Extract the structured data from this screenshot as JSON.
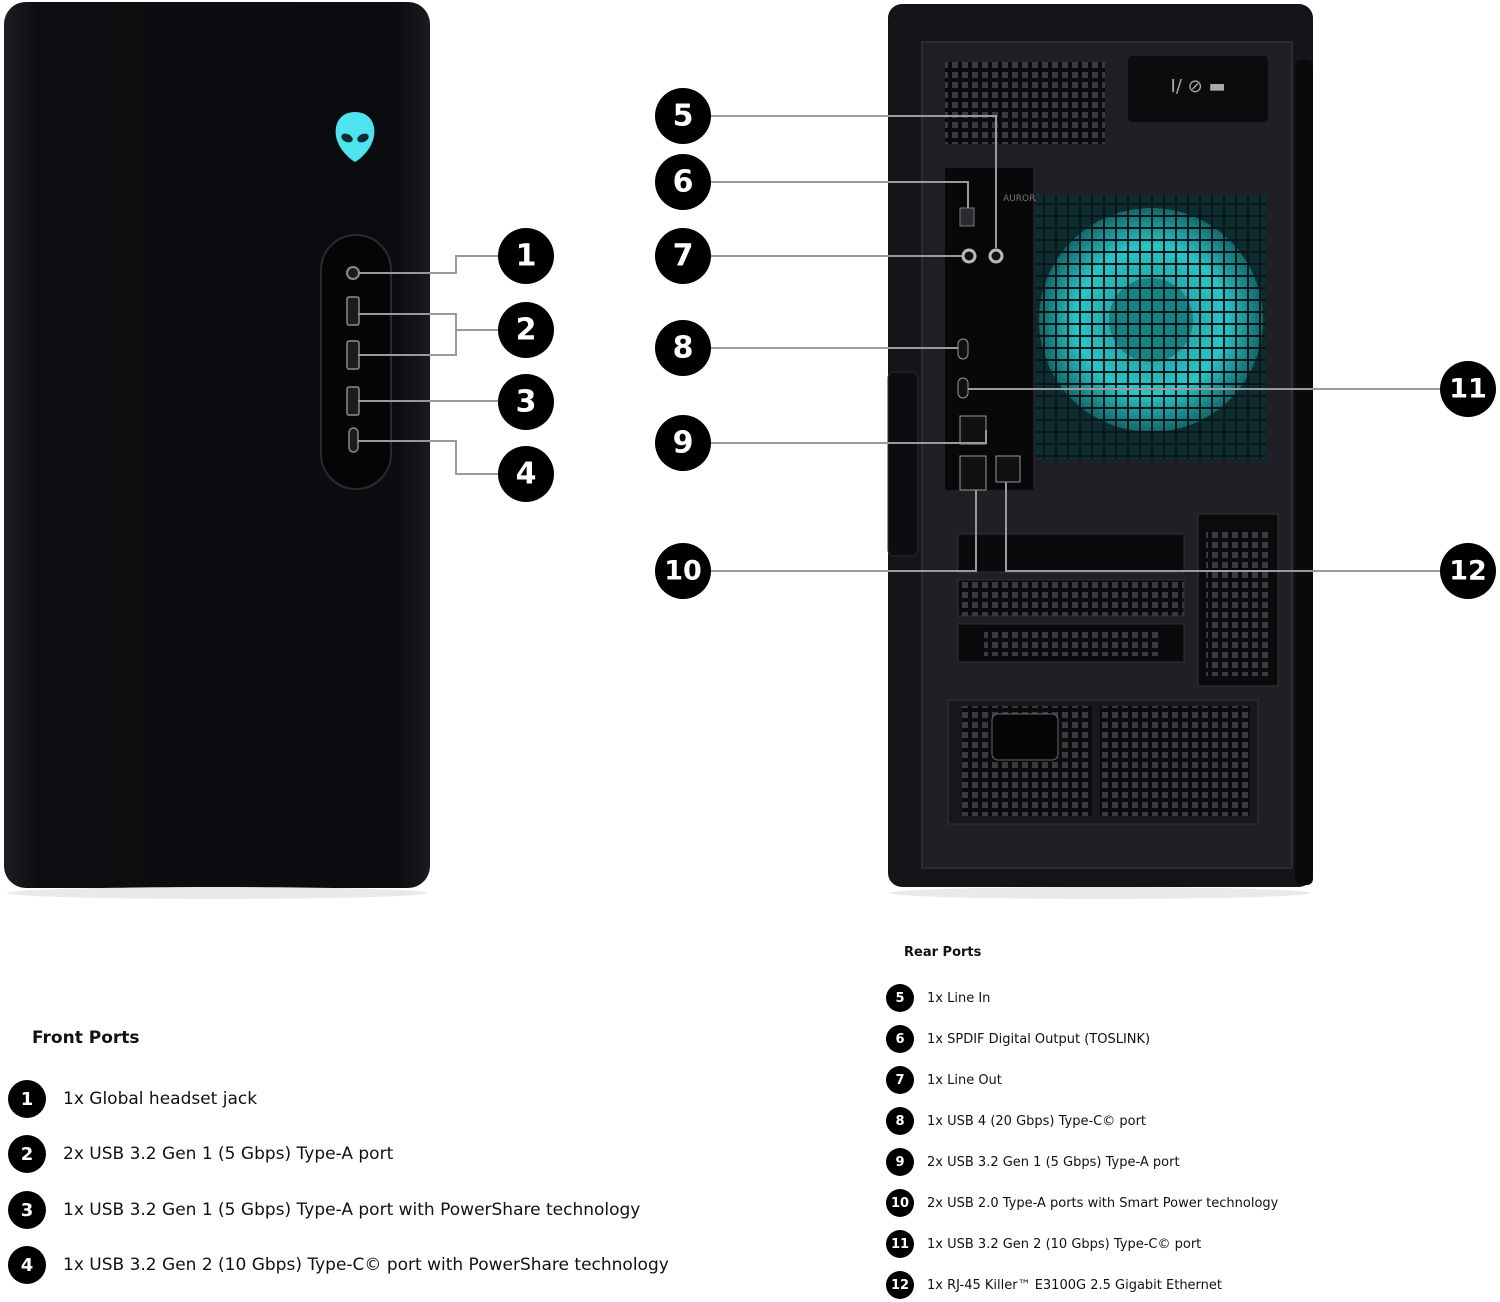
{
  "front": {
    "title": "Front Ports",
    "items": [
      {
        "num": "1",
        "text": "1x Global headset jack"
      },
      {
        "num": "2",
        "text": "2x USB 3.2 Gen 1 (5 Gbps) Type-A port"
      },
      {
        "num": "3",
        "text": "1x USB 3.2 Gen 1 (5 Gbps) Type-A port with PowerShare technology"
      },
      {
        "num": "4",
        "text": "1x USB 3.2 Gen 2 (10 Gbps) Type-C© port  with PowerShare technology"
      }
    ]
  },
  "rear": {
    "title": "Rear Ports",
    "items": [
      {
        "num": "5",
        "text": "1x Line In"
      },
      {
        "num": "6",
        "text": "1x SPDIF Digital Output (TOSLINK)"
      },
      {
        "num": "7",
        "text": "1x Line Out"
      },
      {
        "num": "8",
        "text": "1x USB 4 (20 Gbps) Type-C© port"
      },
      {
        "num": "9",
        "text": "2x USB 3.2 Gen 1 (5 Gbps) Type-A port"
      },
      {
        "num": "10",
        "text": "2x USB 2.0 Type-A ports with Smart Power technology"
      },
      {
        "num": "11",
        "text": "1x USB 3.2 Gen 2 (10 Gbps) Type-C©  port"
      },
      {
        "num": "12",
        "text": "1x RJ-45 Killer™ E3100G 2.5 Gigabit Ethernet"
      }
    ]
  },
  "callouts": [
    "1",
    "2",
    "3",
    "4",
    "5",
    "6",
    "7",
    "8",
    "9",
    "10",
    "11",
    "12"
  ],
  "rear_case_label": "AURORA",
  "colors": {
    "badge": "#000000",
    "leader": "#9a9a9a",
    "logo_glow": "#4fe3f0",
    "fan_glow": "#27c6c9",
    "case": "#101114"
  }
}
